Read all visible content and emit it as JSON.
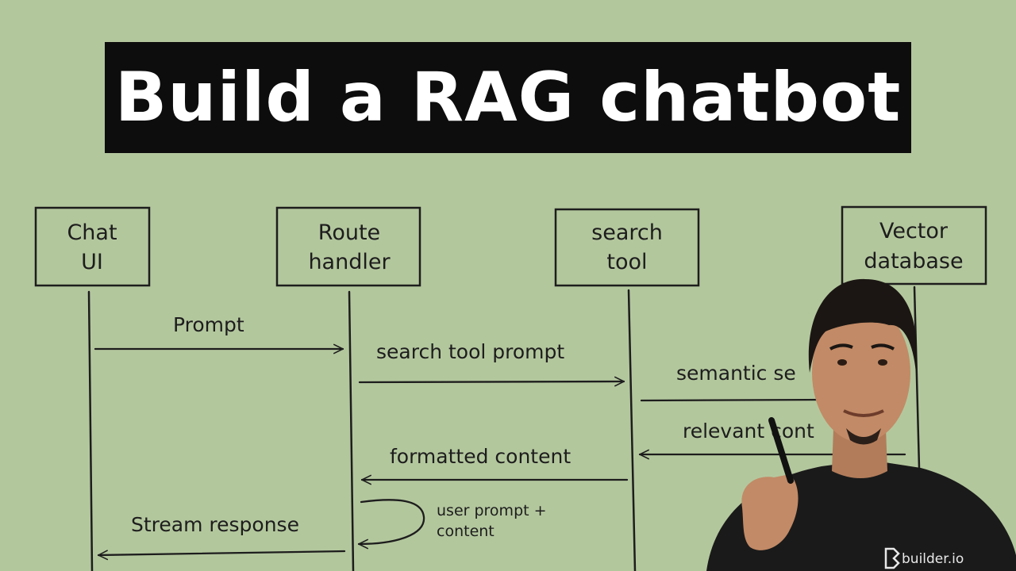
{
  "title": "Build a RAG chatbot",
  "participants": [
    {
      "id": "chat-ui",
      "lines": [
        "Chat",
        "UI"
      ]
    },
    {
      "id": "route-handler",
      "lines": [
        "Route",
        "handler"
      ]
    },
    {
      "id": "search-tool",
      "lines": [
        "search",
        "tool"
      ]
    },
    {
      "id": "vector-database",
      "lines": [
        "Vector",
        "database"
      ]
    }
  ],
  "messages": {
    "prompt": "Prompt",
    "search_tool_prompt": "search tool prompt",
    "semantic_search": "semantic se",
    "relevant_content": "relevant cont",
    "formatted_content": "formatted content",
    "user_prompt_content": [
      "user prompt +",
      "content"
    ],
    "stream_response": "Stream response"
  },
  "presenter": {
    "shirt_logo_text": "builder.io"
  },
  "colors": {
    "background": "#b3c79d",
    "banner": "#0d0d0d",
    "ink": "#1d1d1d",
    "shirt": "#1a1a1a"
  }
}
